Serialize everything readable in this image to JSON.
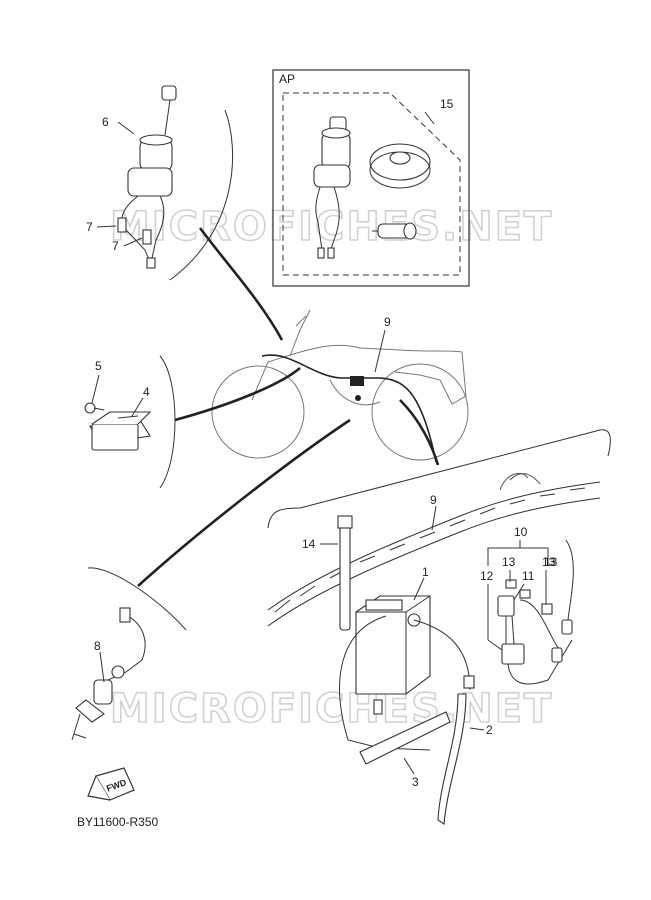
{
  "inset_ap_label": "AP",
  "watermark": "MICROFICHES.NET",
  "callouts": {
    "c1": "1",
    "c2": "2",
    "c3": "3",
    "c4": "4",
    "c5": "5",
    "c6": "6",
    "c7a": "7",
    "c7b": "7",
    "c8": "8",
    "c9a": "9",
    "c9b": "9",
    "c10": "10",
    "c11": "11",
    "c12": "12",
    "c13a": "13",
    "c13b": "13",
    "c13c": "13",
    "c14": "14",
    "c15": "15"
  },
  "fwd_label": "FWD",
  "diagram_code": "BY11600-R350"
}
